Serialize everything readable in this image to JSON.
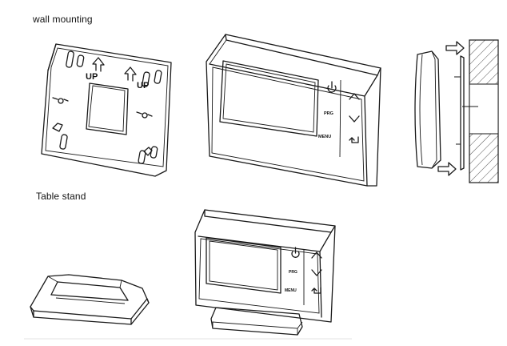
{
  "sections": {
    "wall_mounting": "wall mounting",
    "table_stand": "Table stand"
  },
  "wall_plate": {
    "up_left": "UP",
    "up_right": "UP"
  },
  "thermostat_top": {
    "prg_label": "PRG",
    "menu_label": "MENU"
  },
  "thermostat_bottom": {
    "prg_label": "PRG",
    "menu_label": "MENU"
  },
  "icons": {
    "power": "power-icon",
    "up": "chevron-up-icon",
    "down": "chevron-down-icon",
    "back": "return-icon",
    "arrow": "arrow-right-icon"
  }
}
